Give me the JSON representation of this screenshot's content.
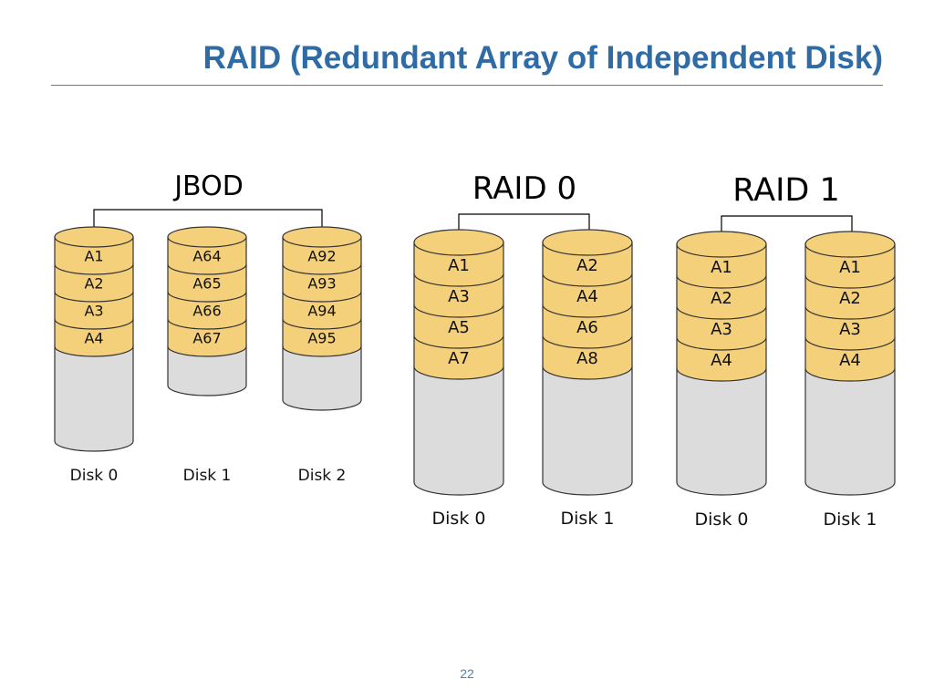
{
  "slide": {
    "title": "RAID (Redundant Array of Independent Disk)",
    "page_number": "22"
  },
  "colors": {
    "title": "#2f6ba4",
    "block_fill": "#f5d07a",
    "disk_fill": "#dcdcdc",
    "outline": "#000000"
  },
  "groups": [
    {
      "title": "JBOD",
      "disks": [
        {
          "label": "Disk 0",
          "blocks": [
            "A1",
            "A2",
            "A3",
            "A4"
          ]
        },
        {
          "label": "Disk 1",
          "blocks": [
            "A64",
            "A65",
            "A66",
            "A67"
          ]
        },
        {
          "label": "Disk 2",
          "blocks": [
            "A92",
            "A93",
            "A94",
            "A95"
          ]
        }
      ]
    },
    {
      "title": "RAID 0",
      "disks": [
        {
          "label": "Disk 0",
          "blocks": [
            "A1",
            "A3",
            "A5",
            "A7"
          ]
        },
        {
          "label": "Disk 1",
          "blocks": [
            "A2",
            "A4",
            "A6",
            "A8"
          ]
        }
      ]
    },
    {
      "title": "RAID 1",
      "disks": [
        {
          "label": "Disk 0",
          "blocks": [
            "A1",
            "A2",
            "A3",
            "A4"
          ]
        },
        {
          "label": "Disk 1",
          "blocks": [
            "A1",
            "A2",
            "A3",
            "A4"
          ]
        }
      ]
    }
  ]
}
